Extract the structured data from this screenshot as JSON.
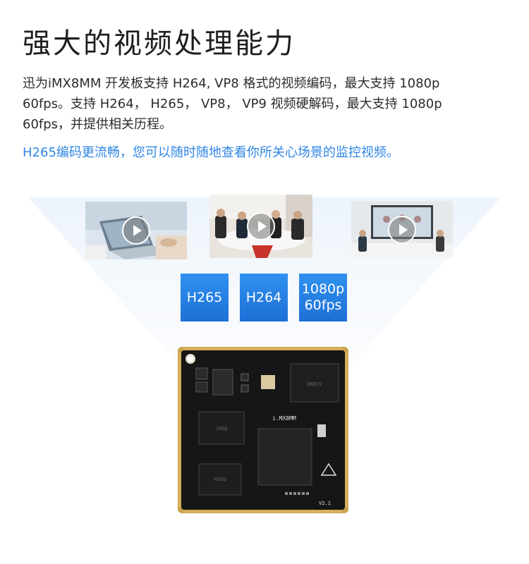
{
  "title": "强大的视频处理能力",
  "paragraph": {
    "line1": "迅为iMX8MM 开发板支持 H264, VP8 格式的视频编码，最大支持 1080p",
    "line2": "60fps。支持 H264， H265， VP8， VP9 视频硬解码，最大支持 1080p",
    "line3": "60fps，并提供相关历程。"
  },
  "highlight": "H265编码更流畅，您可以随时随地查看你所关心场景的监控视频。",
  "badges": [
    {
      "line1": "H265",
      "line2": ""
    },
    {
      "line1": "H264",
      "line2": ""
    },
    {
      "line1": "1080p",
      "line2": "60fps"
    }
  ],
  "board": {
    "soc_label": "i.MX8MM",
    "version": "V2.1",
    "mem_chip_code": "D8BJV",
    "emmc_code": "J9GQ",
    "flash_code": "H26G"
  },
  "colors": {
    "accent": "#2f86e6",
    "badge_top": "#2f92f0",
    "badge_bottom": "#1e6fd6",
    "title": "#1e1e1e",
    "board_gold": "#c9a24a"
  },
  "icons": [
    "play-icon",
    "play-icon",
    "play-icon"
  ]
}
